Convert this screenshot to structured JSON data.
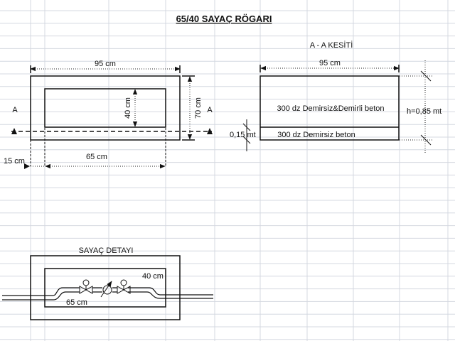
{
  "title": "65/40 SAYAÇ RÖGARI",
  "plan": {
    "width_label": "95 cm",
    "inner_height_label": "40 cm",
    "outer_height_label": "70 cm",
    "section_left": "A",
    "section_right": "A",
    "offset_label": "15 cm",
    "inner_width_label": "65 cm"
  },
  "section": {
    "title": "A - A KESİTİ",
    "width_label": "95 cm",
    "upper_layer": "300 dz Demirsiz&Demirli beton",
    "lower_layer": "300 dz Demirsiz beton",
    "lower_thickness": "0,15 mt",
    "height_label": "h=0,85 mt"
  },
  "meter_detail": {
    "title": "SAYAÇ DETAYI",
    "height_label": "40 cm",
    "width_label": "65 cm"
  }
}
